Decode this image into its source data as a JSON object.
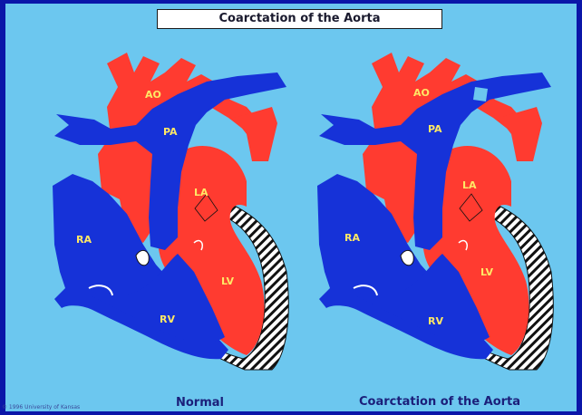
{
  "title": "Coarctation of the Aorta",
  "labels": {
    "ao": "AO",
    "pa": "PA",
    "la": "LA",
    "ra": "RA",
    "lv": "LV",
    "rv": "RV"
  },
  "captions": {
    "left": "Normal",
    "right": "Coarctation of the Aorta"
  },
  "copyright": "© 1996 University of Kansas",
  "colors": {
    "background": "#6cc7ef",
    "border": "#0b16a8",
    "oxygenated": "#ff3b30",
    "deoxygenated": "#1632d8",
    "label": "#ffe866"
  }
}
